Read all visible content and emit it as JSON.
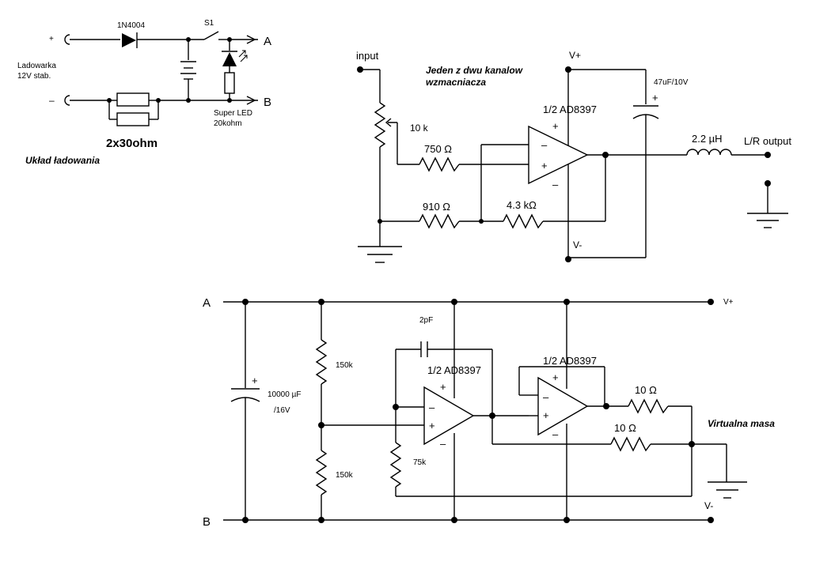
{
  "charger": {
    "plus_sign": "+",
    "minus_sign": "–",
    "source_label_line1": "Ladowarka",
    "source_label_line2": "12V stab.",
    "diode": "1N4004",
    "switch": "S1",
    "node_a": "A",
    "node_b": "B",
    "resistor_pair": "2x30ohm",
    "led_line1": "Super LED",
    "led_line2": "20kohm",
    "caption": "Układ ładowania"
  },
  "amplifier": {
    "input": "input",
    "caption_line1": "Jeden z dwu kanalow",
    "caption_line2": "wzmacniacza",
    "vplus": "V+",
    "vminus": "V-",
    "opamp": "1/2 AD8397",
    "pot": "10 k",
    "r_in": "750 Ω",
    "r_gnd": "910 Ω",
    "r_fb": "4.3 kΩ",
    "cap": "47uF/10V",
    "inductor": "2.2 µH",
    "output": "L/R output",
    "plus_sign": "+",
    "minus_sign": "–"
  },
  "virtual_ground": {
    "node_a": "A",
    "node_b": "B",
    "vplus": "V+",
    "vminus": "V-",
    "cap_value": "10000 µF",
    "cap_voltage": "/16V",
    "r_top": "150k",
    "r_bottom": "150k",
    "r_75k": "75k",
    "cap_2pf": "2pF",
    "opamp1": "1/2 AD8397",
    "opamp2": "1/2 AD8397",
    "r_10_top": "10 Ω",
    "r_10_bottom": "10 Ω",
    "caption": "Virtualna masa",
    "plus_sign": "+",
    "minus_sign": "–"
  }
}
